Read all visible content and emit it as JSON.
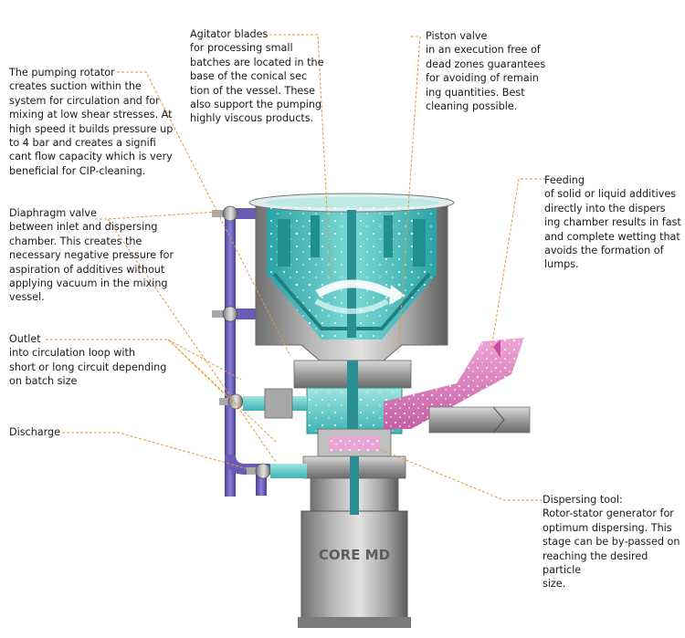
{
  "labels": {
    "pumping_rotator": {
      "title": "The pumping rotator",
      "lines": [
        "creates suction within the",
        "system for circulation and for",
        "mixing at low shear stresses. At",
        "high speed it builds pressure up",
        "to 4 bar and creates a signifi",
        "cant flow capacity which is very",
        "beneficial for CIP-cleaning."
      ]
    },
    "agitator_blades": {
      "title": "Agitator blades",
      "lines": [
        "for processing small",
        "batches are located in the",
        "base of the conical sec",
        "tion of the vessel. These",
        "also support the pumping",
        "highly viscous products."
      ]
    },
    "piston_valve": {
      "title": "Piston valve",
      "lines": [
        "in an execution free of",
        "dead zones guarantees",
        "for avoiding of remain",
        "ing quantities. Best",
        "cleaning possible."
      ]
    },
    "feeding": {
      "title": "Feeding",
      "lines": [
        "of solid or liquid additives",
        "directly into the dispers",
        "ing chamber results in fast",
        "and complete wetting that",
        "avoids the formation of",
        "lumps."
      ]
    },
    "diaphragm_valve": {
      "title": "Diaphragm valve",
      "lines": [
        "between inlet and dispersing",
        "chamber. This creates the",
        "necessary negative pressure for",
        "aspiration of additives without",
        "applying vacuum in the mixing",
        "vessel."
      ]
    },
    "outlet": {
      "title": "Outlet",
      "lines": [
        "into circulation loop with",
        "short or long circuit depending",
        "on batch size"
      ]
    },
    "discharge": {
      "title": "Discharge",
      "lines": []
    },
    "dispersing_tool": {
      "title": "Dispersing tool:",
      "lines": [
        "Rotor-stator generator for",
        "optimum dispersing. This",
        "stage can be by-passed on",
        "reaching the desired particle",
        "size."
      ]
    }
  },
  "machine_label": "CORE MD",
  "colors": {
    "leader": "#e09a3c",
    "teal": "#3fb8b8",
    "teal_light": "#6fd3d0",
    "teal_dark": "#1f8f92",
    "steel": "#9a9a9a",
    "steel_dark": "#5e5e5e",
    "purple_pipe": "#6a5bb5",
    "feed_pink": "#d87bb8",
    "arrow_purple": "#8a4fb0"
  }
}
